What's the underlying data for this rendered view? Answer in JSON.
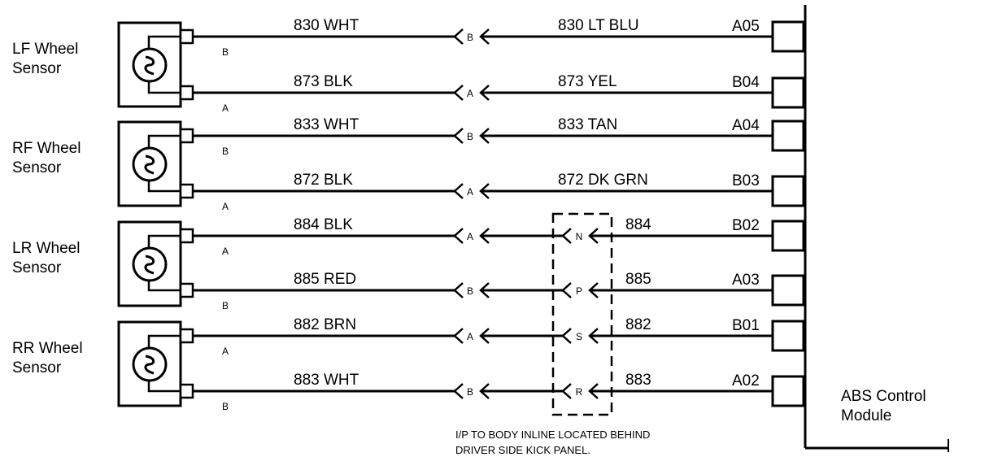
{
  "diagram": {
    "sensors": [
      {
        "name_line1": "LF Wheel",
        "name_line2": "Sensor",
        "wires": [
          {
            "pin": "B",
            "left_label": "830 WHT",
            "conn1": "B",
            "inline": "",
            "right_label": "830 LT BLU",
            "module_pin": "A05"
          },
          {
            "pin": "A",
            "left_label": "873 BLK",
            "conn1": "A",
            "inline": "",
            "right_label": "873  YEL",
            "module_pin": "B04"
          }
        ]
      },
      {
        "name_line1": "RF Wheel",
        "name_line2": "Sensor",
        "wires": [
          {
            "pin": "B",
            "left_label": "833 WHT",
            "conn1": "B",
            "inline": "",
            "right_label": "833 TAN",
            "module_pin": "A04"
          },
          {
            "pin": "A",
            "left_label": "872 BLK",
            "conn1": "A",
            "inline": "",
            "right_label": "872 DK GRN",
            "module_pin": "B03"
          }
        ]
      },
      {
        "name_line1": "LR Wheel",
        "name_line2": "Sensor",
        "wires": [
          {
            "pin": "A",
            "left_label": "884 BLK",
            "conn1": "A",
            "inline": "N",
            "right_label": "884",
            "module_pin": "B02"
          },
          {
            "pin": "B",
            "left_label": "885 RED",
            "conn1": "B",
            "inline": "P",
            "right_label": "885",
            "module_pin": "A03"
          }
        ]
      },
      {
        "name_line1": "RR Wheel",
        "name_line2": "Sensor",
        "wires": [
          {
            "pin": "A",
            "left_label": "882 BRN",
            "conn1": "A",
            "inline": "S",
            "right_label": "882",
            "module_pin": "B01"
          },
          {
            "pin": "B",
            "left_label": "883 WHT",
            "conn1": "B",
            "inline": "R",
            "right_label": "883",
            "module_pin": "A02"
          }
        ]
      }
    ],
    "module_label_line1": "ABS Control",
    "module_label_line2": "Module",
    "inline_note_line1": "I/P TO BODY INLINE LOCATED BEHIND",
    "inline_note_line2": "DRIVER SIDE KICK PANEL."
  }
}
